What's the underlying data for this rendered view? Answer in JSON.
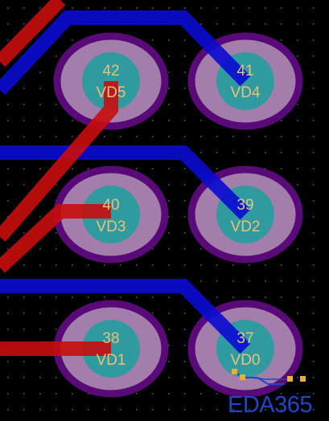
{
  "view": {
    "background": "#000000",
    "grid_dot_color": "#5a5a5a"
  },
  "colors": {
    "bottom_layer_trace": "#0a0ad2",
    "top_layer_trace": "#c80d0d",
    "pad_ring": "#5a0a78",
    "pad_ring_edge": "#6a1690",
    "pad_fill_highlight": "#a37eaa",
    "pad_hole": "#2f9aa0",
    "pad_text": "#e6c27a",
    "watermark": "#1e46c8"
  },
  "pads": [
    {
      "number": "42",
      "net": "VD5"
    },
    {
      "number": "41",
      "net": "VD4"
    },
    {
      "number": "40",
      "net": "VD3"
    },
    {
      "number": "39",
      "net": "VD2"
    },
    {
      "number": "38",
      "net": "VD1"
    },
    {
      "number": "37",
      "net": "VD0"
    }
  ],
  "watermark": {
    "text": "EDA365",
    "logo_icon": "circuit-logo-icon"
  }
}
